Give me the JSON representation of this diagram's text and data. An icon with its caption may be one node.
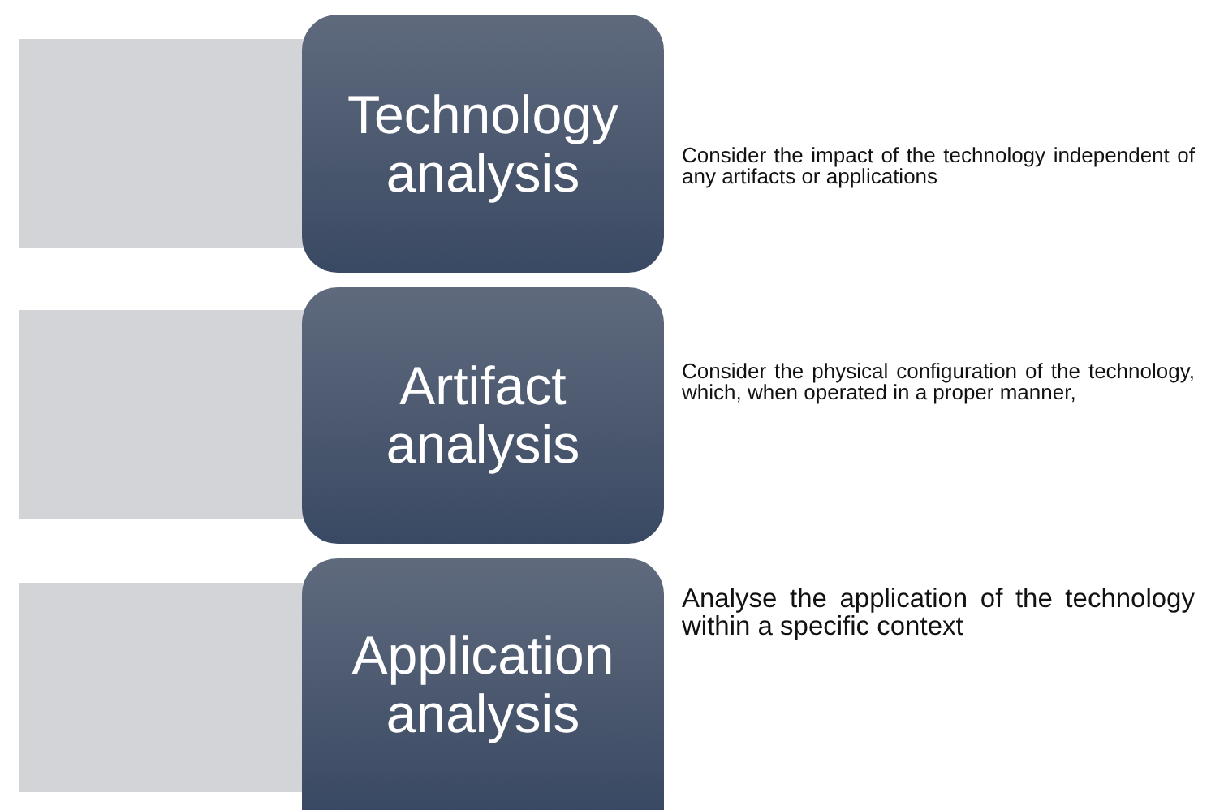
{
  "diagram": {
    "nodes": [
      {
        "text": [],
        "shape": "box"
      },
      {
        "text": [
          "Technology analysis"
        ],
        "beside": [
          "Consider the impact of the technology independent of any artifacts or applications"
        ]
      },
      {
        "text": [],
        "shape": "box"
      },
      {
        "text": [
          "Artifact analysis"
        ],
        "beside": [
          "Consider the physical configuration of the technology, which, when operated in a proper manner,"
        ]
      },
      {
        "text": [],
        "shape": "box"
      },
      {
        "text": [
          "Application analysis"
        ],
        "beside": [
          "Analyse the application of the technology within a specific context"
        ]
      }
    ]
  }
}
